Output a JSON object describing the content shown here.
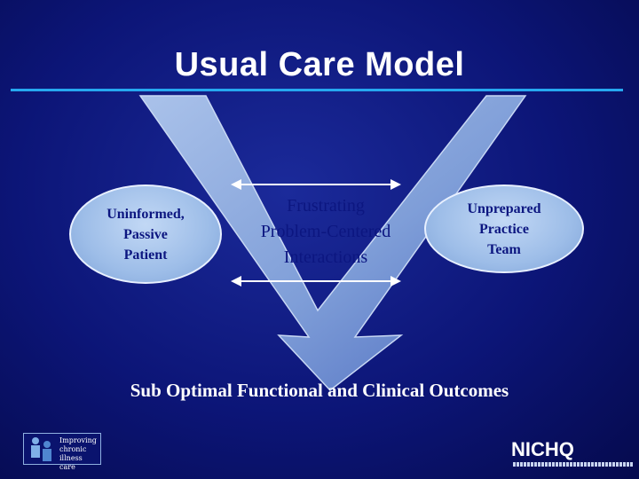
{
  "title": "Usual Care Model",
  "nodes": {
    "left": "Uninformed,\nPassive\nPatient",
    "middle": "Frustrating\nProblem-Centered\nInteractions",
    "right": "Unprepared\nPractice\nTeam"
  },
  "outcome": "Sub Optimal Functional and Clinical Outcomes",
  "logos": {
    "left_text": "Improving\nchronic\nillness care",
    "right_text": "NICHQ"
  },
  "colors": {
    "background": "#0c1577",
    "title_rule": "#26a8f0",
    "ellipse_fill": "#9dbde8",
    "node_text": "#0c1680",
    "arrow_fill": "#8aa8dc"
  }
}
